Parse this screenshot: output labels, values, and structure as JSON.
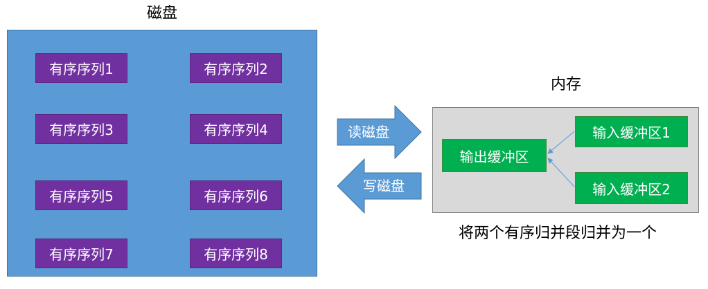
{
  "disk": {
    "title": "磁盘",
    "sequences": [
      "有序序列1",
      "有序序列2",
      "有序序列3",
      "有序序列4",
      "有序序列5",
      "有序序列6",
      "有序序列7",
      "有序序列8"
    ]
  },
  "memory": {
    "title": "内存",
    "output_buffer": "输出缓冲区",
    "input_buffer_1": "输入缓冲区1",
    "input_buffer_2": "输入缓冲区2"
  },
  "arrows": {
    "read": "读磁盘",
    "write": "写磁盘"
  },
  "caption": "将两个有序归并段归并为一个",
  "colors": {
    "disk_fill": "#5b9bd5",
    "sequence_fill": "#7030a0",
    "memory_fill": "#d9d9d9",
    "buffer_fill": "#00b050",
    "arrow_fill": "#5b9bd5"
  }
}
